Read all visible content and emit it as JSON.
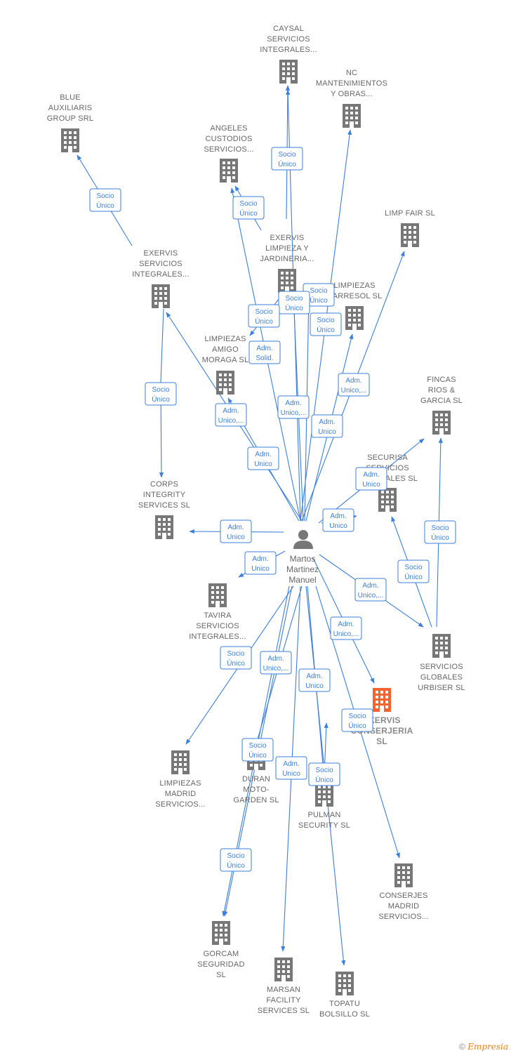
{
  "colors": {
    "edge": "#3d7fd9",
    "building": "#777777",
    "highlight": "#f26430",
    "label": "#666666"
  },
  "center": {
    "name_lines": [
      "Martos",
      "Martinez",
      "Manuel"
    ],
    "icon": "person-icon"
  },
  "companies": [
    {
      "id": "caysal",
      "lines": [
        "CAYSAL",
        "SERVICIOS",
        "INTEGRALES..."
      ]
    },
    {
      "id": "nc",
      "lines": [
        "NC",
        "MANTENIMIENTOS",
        "Y OBRAS..."
      ]
    },
    {
      "id": "blue",
      "lines": [
        "BLUE",
        "AUXILIARIS",
        "GROUP SRL"
      ]
    },
    {
      "id": "angeles",
      "lines": [
        "ANGELES",
        "CUSTODIOS",
        "SERVICIOS..."
      ]
    },
    {
      "id": "limpfair",
      "lines": [
        "LIMP FAIR  SL"
      ]
    },
    {
      "id": "exervis_lj",
      "lines": [
        "EXERVIS",
        "LIMPIEZA Y",
        "JARDINERIA..."
      ]
    },
    {
      "id": "exervis_si",
      "lines": [
        "EXERVIS",
        "SERVICIOS",
        "INTEGRALES..."
      ]
    },
    {
      "id": "carresol",
      "lines": [
        "LIMPIEZAS",
        "CARRESOL  SL"
      ]
    },
    {
      "id": "amigo",
      "lines": [
        "LIMPIEZAS",
        "AMIGO",
        "MORAGA  SL"
      ]
    },
    {
      "id": "fincas",
      "lines": [
        "FINCAS",
        "RIOS &",
        "GARCIA SL"
      ]
    },
    {
      "id": "securisa",
      "lines": [
        "SECURISA",
        "SERVICIOS",
        "GENERALES SL"
      ]
    },
    {
      "id": "corps",
      "lines": [
        "CORPS",
        "INTEGRITY",
        "SERVICES SL"
      ]
    },
    {
      "id": "tavira",
      "lines": [
        "TAVIRA",
        "SERVICIOS",
        "INTEGRALES..."
      ]
    },
    {
      "id": "urbiser",
      "lines": [
        "SERVICIOS",
        "GLOBALES",
        "URBISER  SL"
      ]
    },
    {
      "id": "conserjeria",
      "lines": [
        "EXERVIS",
        "CONSERJERIA",
        "SL"
      ]
    },
    {
      "id": "limp_madrid",
      "lines": [
        "LIMPIEZAS",
        "MADRID",
        "SERVICIOS..."
      ]
    },
    {
      "id": "duran",
      "lines": [
        "DURAN",
        "MOTO-",
        "GARDEN SL"
      ]
    },
    {
      "id": "pulman",
      "lines": [
        "PULMAN",
        "SECURITY  SL"
      ]
    },
    {
      "id": "conserjes",
      "lines": [
        "CONSERJES",
        "MADRID",
        "SERVICIOS..."
      ]
    },
    {
      "id": "gorcam",
      "lines": [
        "GORCAM",
        "SEGURIDAD",
        "SL"
      ]
    },
    {
      "id": "marsan",
      "lines": [
        "MARSAN",
        "FACILITY",
        "SERVICES  SL"
      ]
    },
    {
      "id": "topatu",
      "lines": [
        "TOPATU",
        "BOLSILLO  SL"
      ]
    }
  ],
  "badges": [
    {
      "id": "b1",
      "lines": [
        "Socio",
        "Único"
      ]
    },
    {
      "id": "b2",
      "lines": [
        "Socio",
        "Único"
      ]
    },
    {
      "id": "b3",
      "lines": [
        "Socio",
        "Único"
      ]
    },
    {
      "id": "b4",
      "lines": [
        "Socio",
        "Único"
      ]
    },
    {
      "id": "b5",
      "lines": [
        "Socio",
        "Único"
      ]
    },
    {
      "id": "b6",
      "lines": [
        "Socio",
        "Único"
      ]
    },
    {
      "id": "b7",
      "lines": [
        "Socio",
        "Único"
      ]
    },
    {
      "id": "b8",
      "lines": [
        "Adm.",
        "Solid."
      ]
    },
    {
      "id": "b9",
      "lines": [
        "Socio",
        "Único"
      ]
    },
    {
      "id": "b10",
      "lines": [
        "Adm.",
        "Unico,..."
      ]
    },
    {
      "id": "b11",
      "lines": [
        "Socio",
        "Único"
      ]
    },
    {
      "id": "b12",
      "lines": [
        "Adm.",
        "Unico,..."
      ]
    },
    {
      "id": "b13",
      "lines": [
        "Adm.",
        "Unico,..."
      ]
    },
    {
      "id": "b14",
      "lines": [
        "Adm.",
        "Unico"
      ]
    },
    {
      "id": "b15",
      "lines": [
        "Adm.",
        "Unico"
      ]
    },
    {
      "id": "b16",
      "lines": [
        "Adm.",
        "Unico"
      ]
    },
    {
      "id": "b17",
      "lines": [
        "Adm.",
        "Unico"
      ]
    },
    {
      "id": "b18",
      "lines": [
        "Socio",
        "Único"
      ]
    },
    {
      "id": "b19",
      "lines": [
        "Adm.",
        "Unico"
      ]
    },
    {
      "id": "b20",
      "lines": [
        "Adm.",
        "Unico"
      ]
    },
    {
      "id": "b21",
      "lines": [
        "Socio",
        "Único"
      ]
    },
    {
      "id": "b22",
      "lines": [
        "Adm.",
        "Unico,..."
      ]
    },
    {
      "id": "b23",
      "lines": [
        "Adm.",
        "Unico,..."
      ]
    },
    {
      "id": "b24",
      "lines": [
        "Socio",
        "Único"
      ]
    },
    {
      "id": "b25",
      "lines": [
        "Adm.",
        "Unico,..."
      ]
    },
    {
      "id": "b26",
      "lines": [
        "Adm.",
        "Unico"
      ]
    },
    {
      "id": "b27",
      "lines": [
        "Socio",
        "Único"
      ]
    },
    {
      "id": "b28",
      "lines": [
        "Adm.",
        "Unico"
      ]
    },
    {
      "id": "b29",
      "lines": [
        "Adm.",
        "Unico,..."
      ]
    },
    {
      "id": "b30",
      "lines": [
        "Socio",
        "Único"
      ]
    },
    {
      "id": "b31",
      "lines": [
        "Socio",
        "Único"
      ]
    }
  ],
  "footer": {
    "copyright": "©",
    "brand": "Empresia"
  }
}
